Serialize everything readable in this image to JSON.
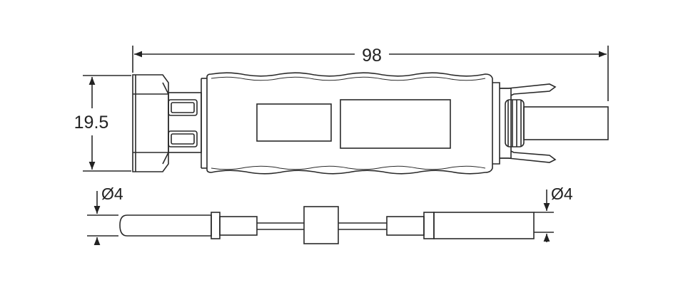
{
  "dimensions": {
    "total_length": "98",
    "height": "19.5",
    "left_diameter": "Ø4",
    "right_diameter": "Ø4"
  },
  "colors": {
    "line": "#2a2a2a",
    "background": "#ffffff"
  }
}
